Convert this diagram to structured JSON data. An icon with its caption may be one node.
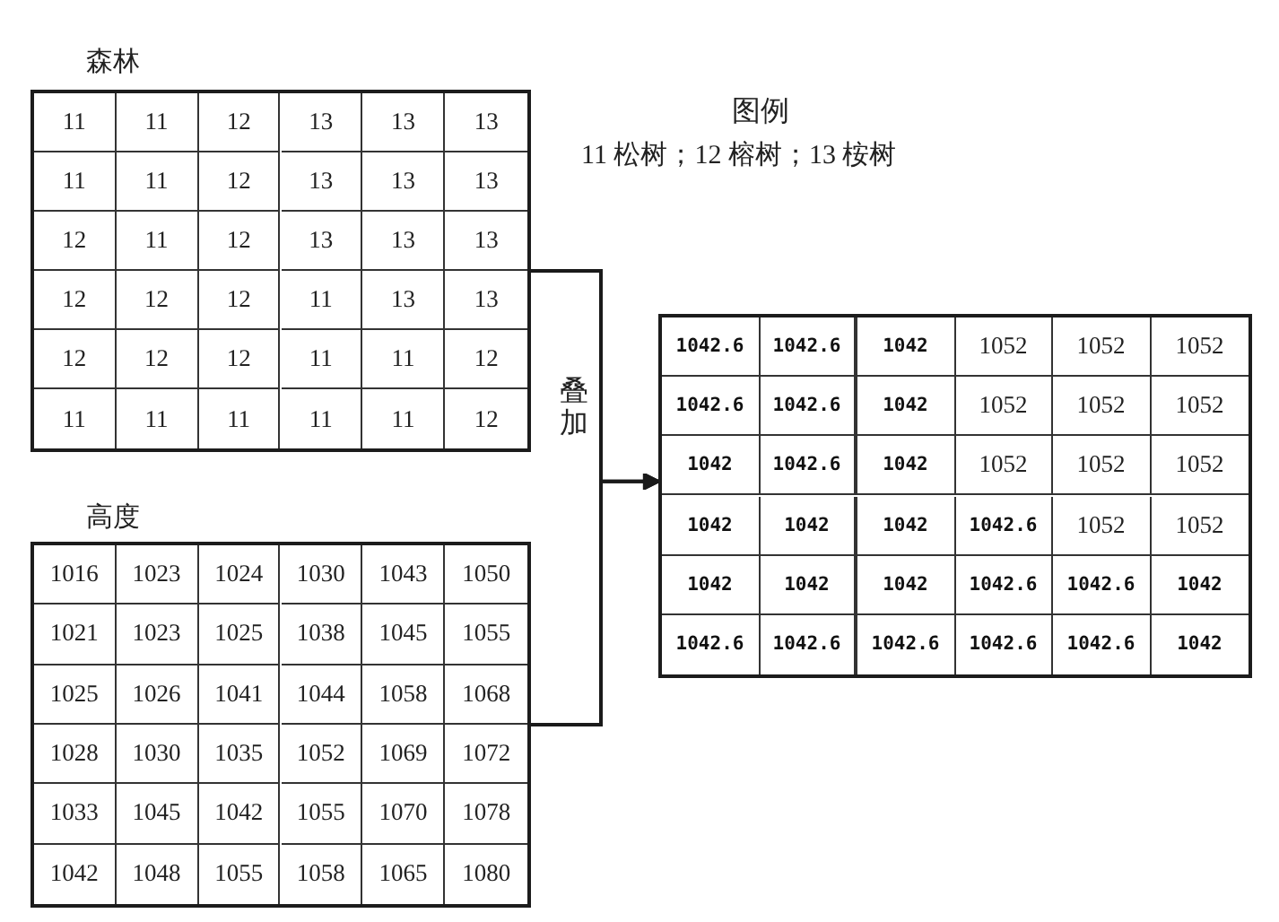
{
  "diagram": {
    "nodes": [
      {
        "text": [
          "森林"
        ]
      },
      {
        "text": [
          "11"
        ],
        "in": 0
      },
      {
        "text": [
          "11"
        ],
        "in": 0
      },
      {
        "text": [
          "12"
        ],
        "in": 0
      },
      {
        "text": [
          "13"
        ],
        "in": 0
      },
      {
        "text": [
          "13"
        ],
        "in": 0
      },
      {
        "text": [
          "13"
        ],
        "in": 0
      },
      {
        "text": [
          "11"
        ],
        "in": 0
      },
      {
        "text": [
          "11"
        ],
        "in": 0
      },
      {
        "text": [
          "12"
        ],
        "in": 0
      },
      {
        "text": [
          "13"
        ],
        "in": 0
      },
      {
        "text": [
          "13"
        ],
        "in": 0
      },
      {
        "text": [
          "13"
        ],
        "in": 0
      },
      {
        "text": [
          "12"
        ],
        "in": 0
      },
      {
        "text": [
          "11"
        ],
        "in": 0
      },
      {
        "text": [
          "12"
        ],
        "in": 0
      },
      {
        "text": [
          "13"
        ],
        "in": 0
      },
      {
        "text": [
          "13"
        ],
        "in": 0
      },
      {
        "text": [
          "13"
        ],
        "in": 0
      },
      {
        "text": [
          "12"
        ],
        "in": 0
      },
      {
        "text": [
          "12"
        ],
        "in": 0
      },
      {
        "text": [
          "12"
        ],
        "in": 0
      },
      {
        "text": [
          "11"
        ],
        "in": 0
      },
      {
        "text": [
          "13"
        ],
        "in": 0
      },
      {
        "text": [
          "13"
        ],
        "in": 0
      },
      {
        "text": [
          "12"
        ],
        "in": 0
      },
      {
        "text": [
          "12"
        ],
        "in": 0
      },
      {
        "text": [
          "12"
        ],
        "in": 0
      },
      {
        "text": [
          "11"
        ],
        "in": 0
      },
      {
        "text": [
          "11"
        ],
        "in": 0
      },
      {
        "text": [
          "12"
        ],
        "in": 0
      },
      {
        "text": [
          "11"
        ],
        "in": 0
      },
      {
        "text": [
          "11"
        ],
        "in": 0
      },
      {
        "text": [
          "11"
        ],
        "in": 0
      },
      {
        "text": [
          "11"
        ],
        "in": 0
      },
      {
        "text": [
          "11"
        ],
        "in": 0
      },
      {
        "text": [
          "12"
        ],
        "in": 0
      },
      {
        "text": [
          "高度"
        ]
      },
      {
        "text": [
          "1016"
        ],
        "in": 37
      },
      {
        "text": [
          "1023"
        ],
        "in": 37
      },
      {
        "text": [
          "1024"
        ],
        "in": 37
      },
      {
        "text": [
          "1030"
        ],
        "in": 37
      },
      {
        "text": [
          "1043"
        ],
        "in": 37
      },
      {
        "text": [
          "1050"
        ],
        "in": 37
      },
      {
        "text": [
          "1021"
        ],
        "in": 37
      },
      {
        "text": [
          "1023"
        ],
        "in": 37
      },
      {
        "text": [
          "1025"
        ],
        "in": 37
      },
      {
        "text": [
          "1038"
        ],
        "in": 37
      },
      {
        "text": [
          "1045"
        ],
        "in": 37
      },
      {
        "text": [
          "1055"
        ],
        "in": 37
      },
      {
        "text": [
          "1025"
        ],
        "in": 37
      },
      {
        "text": [
          "1026"
        ],
        "in": 37
      },
      {
        "text": [
          "1041"
        ],
        "in": 37
      },
      {
        "text": [
          "1044"
        ],
        "in": 37
      },
      {
        "text": [
          "1058"
        ],
        "in": 37
      },
      {
        "text": [
          "1068"
        ],
        "in": 37
      },
      {
        "text": [
          "1028"
        ],
        "in": 37
      },
      {
        "text": [
          "1030"
        ],
        "in": 37
      },
      {
        "text": [
          "1035"
        ],
        "in": 37
      },
      {
        "text": [
          "1052"
        ],
        "in": 37
      },
      {
        "text": [
          "1069"
        ],
        "in": 37
      },
      {
        "text": [
          "1072"
        ],
        "in": 37
      },
      {
        "text": [
          "1033"
        ],
        "in": 37
      },
      {
        "text": [
          "1045"
        ],
        "in": 37
      },
      {
        "text": [
          "1042"
        ],
        "in": 37
      },
      {
        "text": [
          "1055"
        ],
        "in": 37
      },
      {
        "text": [
          "1070"
        ],
        "in": 37
      },
      {
        "text": [
          "1078"
        ],
        "in": 37
      },
      {
        "text": [
          "1042"
        ],
        "in": 37
      },
      {
        "text": [
          "1048"
        ],
        "in": 37
      },
      {
        "text": [
          "1055"
        ],
        "in": 37
      },
      {
        "text": [
          "1058"
        ],
        "in": 37
      },
      {
        "text": [
          "1065"
        ],
        "in": 37
      },
      {
        "text": [
          "1080"
        ],
        "in": 37
      },
      {
        "text": [],
        "shape": "box"
      },
      {
        "text": [
          "1042.6"
        ],
        "in": 74
      },
      {
        "text": [
          "1042.6"
        ],
        "in": 74
      },
      {
        "text": [
          "1042"
        ],
        "in": 74
      },
      {
        "text": [
          "1052"
        ],
        "in": 74
      },
      {
        "text": [
          "1052"
        ],
        "in": 74
      },
      {
        "text": [
          "1052"
        ],
        "in": 74
      },
      {
        "text": [
          "1042.6"
        ],
        "in": 74
      },
      {
        "text": [
          "1042.6"
        ],
        "in": 74
      },
      {
        "text": [
          "1042"
        ],
        "in": 74
      },
      {
        "text": [
          "1052"
        ],
        "in": 74
      },
      {
        "text": [
          "1052"
        ],
        "in": 74
      },
      {
        "text": [
          "1052"
        ],
        "in": 74
      },
      {
        "text": [
          "1042"
        ],
        "in": 74
      },
      {
        "text": [
          "1042.6"
        ],
        "in": 74
      },
      {
        "text": [
          "1042"
        ],
        "in": 74
      },
      {
        "text": [
          "1052"
        ],
        "in": 74
      },
      {
        "text": [
          "1052"
        ],
        "in": 74
      },
      {
        "text": [
          "1052"
        ],
        "in": 74
      },
      {
        "text": [
          "1042"
        ],
        "in": 74
      },
      {
        "text": [
          "1042"
        ],
        "in": 74
      },
      {
        "text": [
          "1042"
        ],
        "in": 74
      },
      {
        "text": [
          "1042.6"
        ],
        "in": 74
      },
      {
        "text": [
          "1052"
        ],
        "in": 74
      },
      {
        "text": [
          "1052"
        ],
        "in": 74
      },
      {
        "text": [
          "1042"
        ],
        "in": 74
      },
      {
        "text": [
          "1042"
        ],
        "in": 74
      },
      {
        "text": [
          "1042"
        ],
        "in": 74
      },
      {
        "text": [
          "1042.6"
        ],
        "in": 74
      },
      {
        "text": [
          "1042.6"
        ],
        "in": 74
      },
      {
        "text": [
          "1042"
        ],
        "in": 74
      },
      {
        "text": [
          "1042.6"
        ],
        "in": 74
      },
      {
        "text": [
          "1042.6"
        ],
        "in": 74
      },
      {
        "text": [
          "1042.6"
        ],
        "in": 74
      },
      {
        "text": [
          "1042.6"
        ],
        "in": 74
      },
      {
        "text": [
          "1042.6"
        ],
        "in": 74
      },
      {
        "text": [
          "1042"
        ],
        "in": 74
      }
    ],
    "edges": [
      {
        "from": 0,
        "to": 74,
        "arrow": "to",
        "label": "叠加"
      },
      {
        "from": 37,
        "to": 74,
        "arrow": "to"
      }
    ],
    "labels": [
      "图例",
      "11 松树；12 榕树；13 桉树"
    ]
  }
}
